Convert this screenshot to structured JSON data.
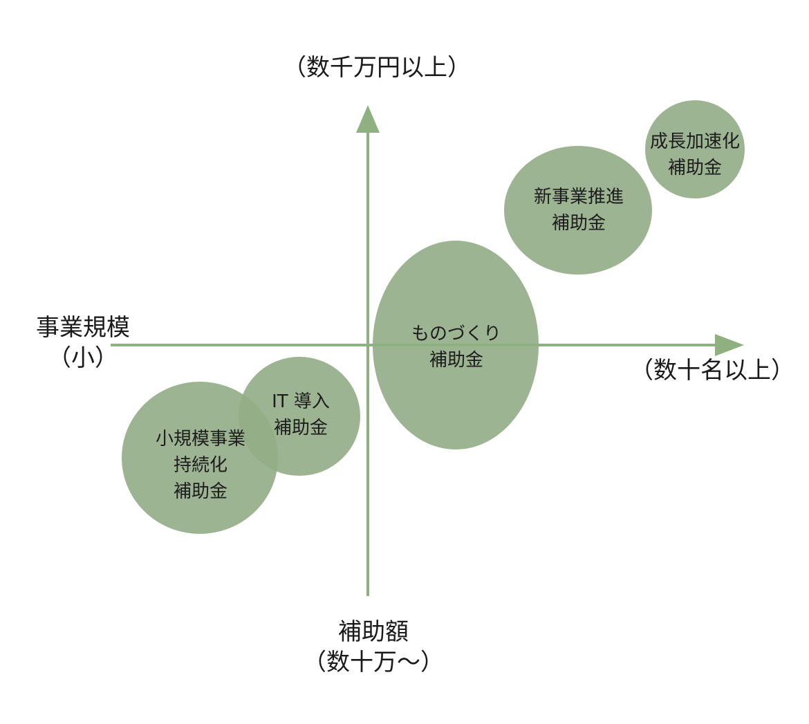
{
  "colors": {
    "axis": "#8fb081",
    "bubble_fill": "#94ae88",
    "bubble_opacity": 0.92,
    "text": "#1a1a1a"
  },
  "axes": {
    "y_top": "（数千万円以上）",
    "y_bottom_line1": "補助額",
    "y_bottom_line2": "（数十万〜）",
    "x_left_line1": "事業規模",
    "x_left_line2": "（小）",
    "x_right": "（数十名以上）"
  },
  "bubbles": [
    {
      "id": "seicho",
      "line1": "成長加速化",
      "line2": "補助金"
    },
    {
      "id": "shinjigyo",
      "line1": "新事業推進",
      "line2": "補助金"
    },
    {
      "id": "monozukuri",
      "line1": "ものづくり",
      "line2": "補助金"
    },
    {
      "id": "it",
      "line1": "IT 導入",
      "line2": "補助金"
    },
    {
      "id": "shokibo",
      "line1": "小規模事業",
      "line2": "持続化",
      "line3": "補助金"
    }
  ]
}
